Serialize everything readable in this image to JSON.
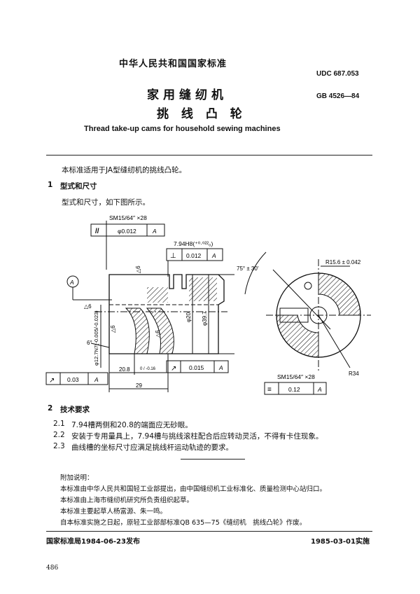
{
  "header": {
    "national_standard": "中华人民共和国国家标准",
    "udc": "UDC 687.053",
    "gb_code": "GB 4526—84",
    "title_line1": "家用缝纫机",
    "title_line2": "挑 线 凸 轮",
    "title_en": "Thread take-up cams for household sewing machines"
  },
  "intro": "本标准适用于JA型缝纫机的挑线凸轮。",
  "section1": {
    "number": "1",
    "title": "型式和尺寸",
    "text": "型式和尺寸，如下图所示。"
  },
  "drawing": {
    "thread_spec_top": "SM15/64″ ×28",
    "parallel_symbol": "//",
    "parallel_tol": "φ0.012",
    "datum_a": "A",
    "slot_dim": "7.94H8(⁺⁰·⁰²²₀)",
    "perp_symbol": "⊥",
    "perp_tol": "0.012",
    "chamfer1": "△6",
    "chamfer2": "△6",
    "chamfer3": "△6",
    "chamfer4": "△6",
    "dia_small": "φ12.7N7(-0.005/-0.023)",
    "dia_20": "φ20",
    "dia_39": "φ39.7",
    "angle_6": "6°",
    "len_208": "20.8",
    "len_208_tol": "0 / -0.16",
    "len_29": "29",
    "runout1_tol": "0.015",
    "runout2_tol": "0.03",
    "angle_75": "75° ± 30′",
    "radius_156": "R15.6 ± 0.042",
    "radius_34": "R34",
    "thread_spec_bottom": "SM15/64″ ×28",
    "symmetry_tol": "0.12"
  },
  "section2": {
    "number": "2",
    "title": "技术要求",
    "items": [
      {
        "num": "2.1",
        "text": "7.94槽两侧和20.8的端面应无砂眼。"
      },
      {
        "num": "2.2",
        "text": "安装于专用量具上，7.94槽与挑线滚柱配合后应转动灵活，不得有卡住现象。"
      },
      {
        "num": "2.3",
        "text": "曲线槽的坐标尺寸应满足挑线杆运动轨迹的要求。"
      }
    ]
  },
  "notes": {
    "heading": "附加说明：",
    "lines": [
      "本标准由中华人民共和国轻工业部提出，由中国缝纫机工业标准化、质量检测中心站归口。",
      "本标准由上海市缝纫机研究所负责组织起草。",
      "本标准主要起草人杨富源、朱一鸣。",
      "自本标准实施之日起，原轻工业部部标准QB 635—75《缝纫机　挑线凸轮》作废。"
    ]
  },
  "footer": {
    "issued": "国家标准局1984-06-23发布",
    "effective": "1985-03-01实施",
    "page": "486"
  }
}
